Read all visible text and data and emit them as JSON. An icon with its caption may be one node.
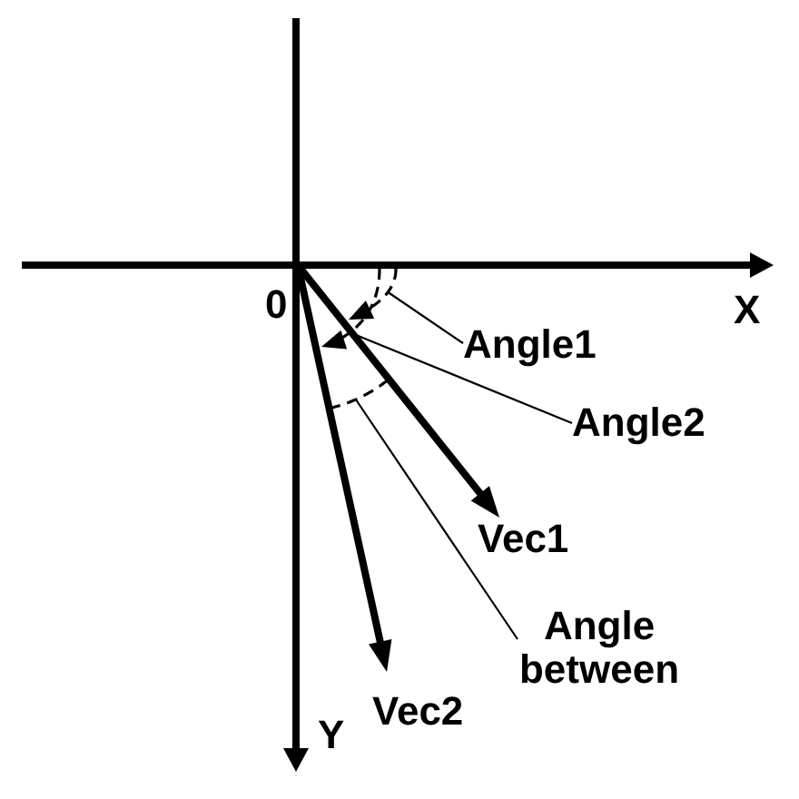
{
  "diagram": {
    "nodes": [
      {
        "text": [
          "Angle1"
        ]
      },
      {
        "text": [],
        "shape": "arc"
      },
      {
        "text": [
          "Angle2"
        ]
      },
      {
        "text": [],
        "shape": "arc"
      },
      {
        "text": [
          "Angle between"
        ]
      },
      {
        "text": [],
        "shape": "arc"
      }
    ],
    "edges": [
      {
        "from": 0,
        "to": 1,
        "arrow": "none"
      },
      {
        "from": 2,
        "to": 3,
        "arrow": "none"
      },
      {
        "from": 4,
        "to": 5,
        "arrow": "none"
      }
    ],
    "labels": [
      "0",
      "X",
      "Vec1",
      "Vec2",
      "Y"
    ]
  }
}
